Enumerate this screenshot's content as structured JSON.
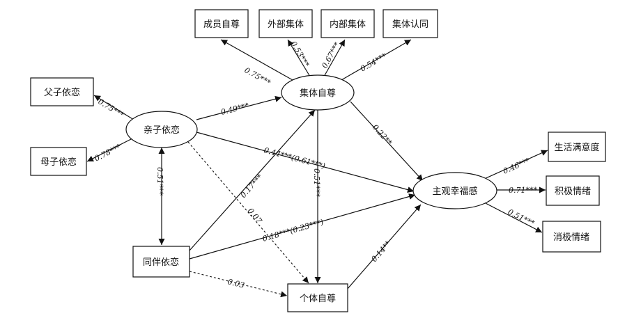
{
  "nodes": {
    "member_esteem": "成员自尊",
    "public_esteem": "外部集体",
    "private_esteem": "内部集体",
    "identity": "集体认同",
    "father_attach": "父子依恋",
    "mother_attach": "母子依恋",
    "parent_attach": "亲子依恋",
    "peer_attach": "同伴依恋",
    "collective_esteem": "集体自尊",
    "personal_esteem": "个体自尊",
    "swb": "主观幸福感",
    "life_sat": "生活满意度",
    "pos_affect": "积极情绪",
    "neg_affect": "消极情绪"
  },
  "coefficients": {
    "ce_member": "0.75***",
    "ce_public": "0.53***",
    "ce_private": "0.67***",
    "ce_identity": "0.54***",
    "pa_father": "0.75***",
    "pa_mother": "0.78***",
    "pa_peer": "0.51***",
    "pa_ce": "0.49***",
    "pa_swb": "0.44***(0.61***)",
    "pa_pe": "0.07",
    "peer_ce": "0.17***",
    "peer_swb": "0.18***(0.23***)",
    "peer_pe": "0.03",
    "ce_pe": "0.51***",
    "ce_swb": "0.22**",
    "pe_swb": "0.14**",
    "swb_life": "0.46***",
    "swb_pos": "0.71***",
    "swb_neg": "0.51***"
  }
}
